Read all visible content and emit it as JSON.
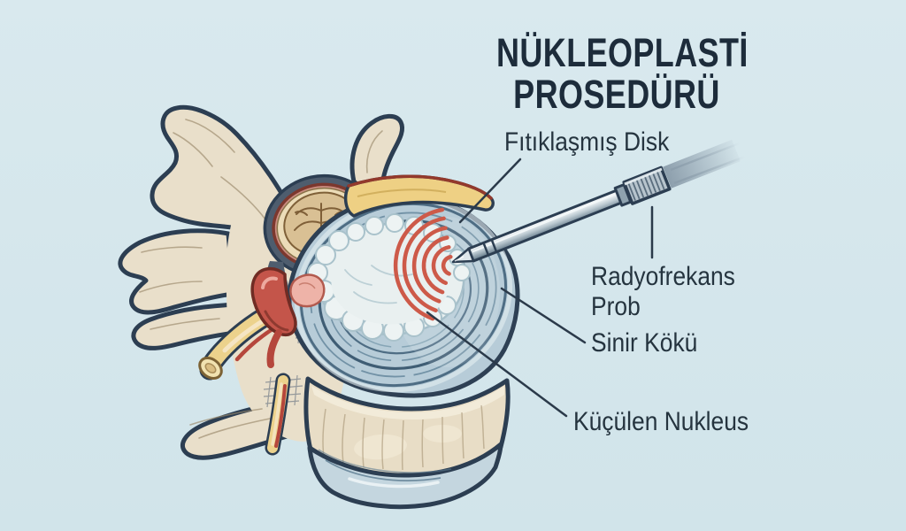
{
  "title": {
    "full": "NÜKLEOPLASTİ PROSEDÜRÜ",
    "line1": "NÜKLEOPLASTİ",
    "line2": "PROSEDÜRÜ"
  },
  "labels": {
    "herniated_disc": "Fıtıklaşmış Disk",
    "radiofrequency_probe": "Radyofrekans Prob",
    "nerve_root": "Sinir Kökü",
    "shrinking_nucleus": "Küçülen Nukleus"
  },
  "colors": {
    "background": "#d6e7ec",
    "title_text": "#1d2c3b",
    "label_text": "#25343f",
    "leader_line": "#2b3a4a",
    "outline": "#2c3e52",
    "bone": "#e9dfca",
    "disc_annulus": "#b7ccd8",
    "disc_ring": "#4e6d84",
    "nucleus": "#e9f0f0",
    "rf_waves": "#cd5a49",
    "hernia_red": "#c4554a",
    "hernia_pink": "#eeb3a8",
    "nerve_yellow": "#ecd28c",
    "spinal_cord": "#d9c094",
    "canal_dark": "#4e5d6e",
    "probe_metal": "#9fb0bc"
  }
}
